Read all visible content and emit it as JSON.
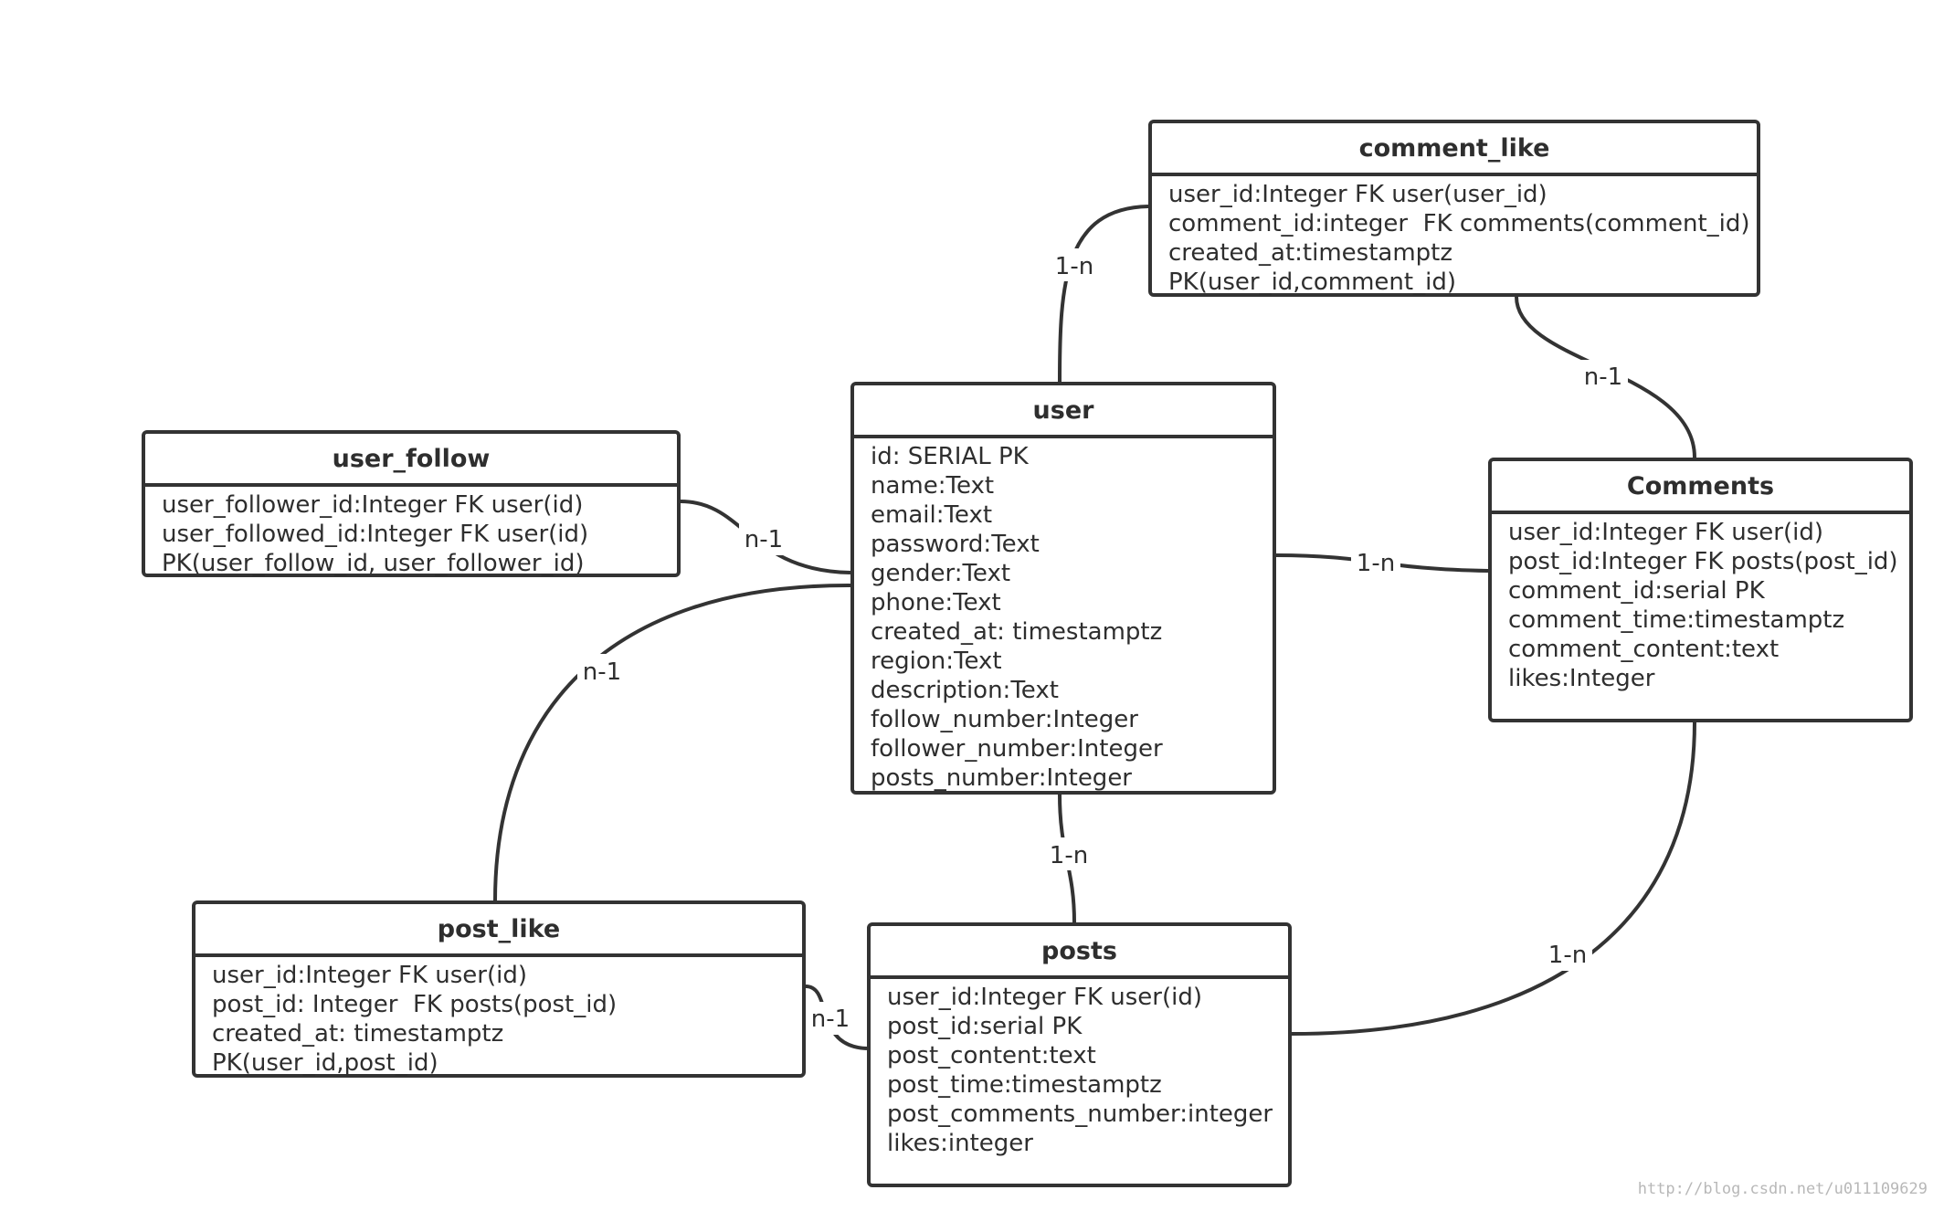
{
  "entities": {
    "comment_like": {
      "title": "comment_like",
      "attributes": [
        "user_id:Integer FK user(user_id)",
        "comment_id:integer  FK comments(comment_id)",
        "created_at:timestamptz",
        "PK(user_id,comment_id)"
      ]
    },
    "user": {
      "title": "user",
      "attributes": [
        "id: SERIAL PK",
        "name:Text",
        "email:Text",
        "password:Text",
        "gender:Text",
        "phone:Text",
        "created_at: timestamptz",
        "region:Text",
        "description:Text",
        "follow_number:Integer",
        "follower_number:Integer",
        "posts_number:Integer"
      ]
    },
    "user_follow": {
      "title": "user_follow",
      "attributes": [
        "user_follower_id:Integer FK user(id)",
        "user_followed_id:Integer FK user(id)",
        "PK(user_follow_id, user_follower_id)"
      ]
    },
    "comments": {
      "title": "Comments",
      "attributes": [
        "user_id:Integer FK user(id)",
        "post_id:Integer FK posts(post_id)",
        "comment_id:serial PK",
        "comment_time:timestamptz",
        "comment_content:text",
        "likes:Integer"
      ]
    },
    "post_like": {
      "title": "post_like",
      "attributes": [
        "user_id:Integer FK user(id)",
        "post_id: Integer  FK posts(post_id)",
        "created_at: timestamptz",
        "PK(user_id,post_id)"
      ]
    },
    "posts": {
      "title": "posts",
      "attributes": [
        "user_id:Integer FK user(id)",
        "post_id:serial PK",
        "post_content:text",
        "post_time:timestamptz",
        "post_comments_number:integer",
        "likes:integer"
      ]
    }
  },
  "relationships": [
    {
      "from": "user",
      "to": "comment_like",
      "label": "1-n"
    },
    {
      "from": "comment_like",
      "to": "comments",
      "label": "n-1"
    },
    {
      "from": "user_follow",
      "to": "user",
      "label": "n-1"
    },
    {
      "from": "user",
      "to": "comments",
      "label": "1-n"
    },
    {
      "from": "post_like",
      "to": "user",
      "label": "n-1"
    },
    {
      "from": "user",
      "to": "posts",
      "label": "1-n"
    },
    {
      "from": "post_like",
      "to": "posts",
      "label": "n-1"
    },
    {
      "from": "posts",
      "to": "comments",
      "label": "1-n"
    }
  ],
  "watermark": "http://blog.csdn.net/u011109629"
}
